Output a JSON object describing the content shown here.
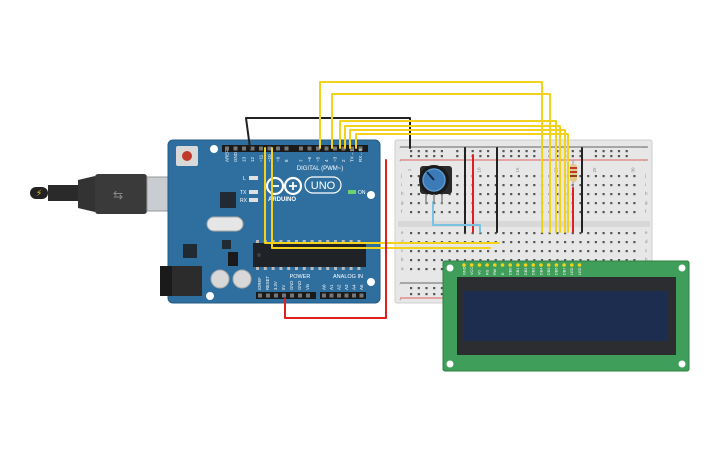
{
  "arduino": {
    "brand": "ARDUINO",
    "model": "UNO",
    "digital_label": "DIGITAL (PWM~)",
    "power_label": "POWER",
    "analog_label": "ANALOG IN",
    "on_label": "ON",
    "led_labels": [
      "L",
      "TX",
      "RX"
    ],
    "digital_pins": [
      "AREF",
      "GND",
      "13",
      "12",
      "~11",
      "~10",
      "~9",
      "8",
      "7",
      "~6",
      "~5",
      "4",
      "~3",
      "2",
      "TX→1",
      "RX←0"
    ],
    "power_pins": [
      "IOREF",
      "RESET",
      "3.3V",
      "5V",
      "GND",
      "GND",
      "Vin"
    ],
    "analog_pins": [
      "A0",
      "A1",
      "A2",
      "A3",
      "A4",
      "A5"
    ],
    "icsp_label": "ICSP"
  },
  "breadboard": {
    "rail_plus": "+",
    "rail_minus": "-",
    "row_letters_top": [
      "j",
      "i",
      "h",
      "g",
      "f"
    ],
    "row_letters_bottom": [
      "e",
      "d",
      "c",
      "b",
      "a"
    ],
    "column_numbers": [
      "1",
      "5",
      "10",
      "15",
      "20",
      "25",
      "30"
    ]
  },
  "lcd": {
    "pin_labels": [
      "GND",
      "VCC",
      "V0",
      "RS",
      "RW",
      "E",
      "DB0",
      "DB1",
      "DB2",
      "DB3",
      "DB4",
      "DB5",
      "DB6",
      "DB7",
      "LED",
      "LED"
    ]
  },
  "colors": {
    "arduino_blue": "#2f6f9f",
    "wire_yellow": "#f2d21b",
    "wire_red": "#e02020",
    "wire_black": "#222222",
    "wire_cyan": "#7ac3e0",
    "lcd_green": "#3f9e5a",
    "lcd_screen": "#1c2d4f"
  }
}
